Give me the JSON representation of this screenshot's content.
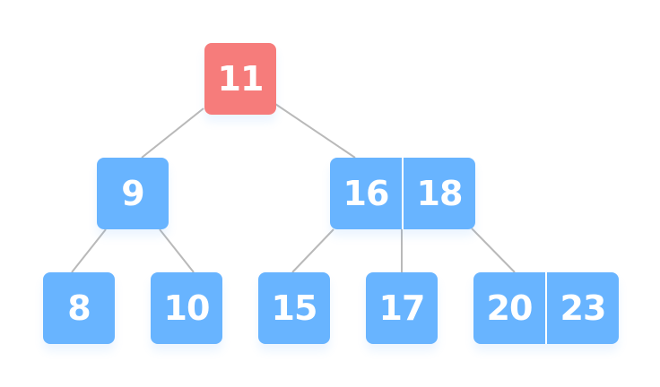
{
  "colors": {
    "node_fill": "#68b4ff",
    "root_fill": "#f67c7b",
    "edge": "#b9b9b9",
    "text": "#ffffff"
  },
  "tree": {
    "root": {
      "keys": [
        "11"
      ]
    },
    "left": {
      "keys": [
        "9"
      ]
    },
    "right": {
      "keys": [
        "16",
        "18"
      ]
    },
    "left_left": {
      "keys": [
        "8"
      ]
    },
    "left_right": {
      "keys": [
        "10"
      ]
    },
    "right_left": {
      "keys": [
        "15"
      ]
    },
    "right_mid": {
      "keys": [
        "17"
      ]
    },
    "right_right": {
      "keys": [
        "20",
        "23"
      ]
    }
  }
}
